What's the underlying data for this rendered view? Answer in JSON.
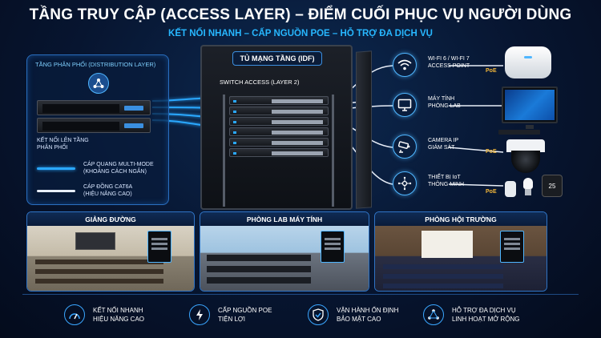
{
  "header": {
    "title": "TẦNG TRUY CẬP (ACCESS LAYER) – ĐIỂM CUỐI PHỤC VỤ NGƯỜI DÙNG",
    "subtitle": "KẾT NỐI NHANH – CẤP NGUỒN POE – HỖ TRỢ ĐA DỊCH VỤ"
  },
  "distribution": {
    "title": "TẦNG PHÂN PHỐI (DISTRIBUTION LAYER)",
    "uplink_label_1": "KẾT NỐI LÊN TẦNG",
    "uplink_label_2": "PHÂN PHỐI",
    "legend": [
      {
        "line1": "CÁP QUANG MULTI-MODE",
        "line2": "(KHOẢNG CÁCH NGẮN)",
        "color": "#2aa8ff"
      },
      {
        "line1": "CÁP ĐỒNG CAT6A",
        "line2": "(HIỆU NĂNG CAO)",
        "color": "#e8eef8"
      }
    ]
  },
  "rack": {
    "label": "TỦ MẠNG TẦNG (IDF)",
    "switch_label": "SWITCH ACCESS (LAYER 2)"
  },
  "devices": [
    {
      "icon": "wifi-icon",
      "line1": "WI-FI 6 / WI-FI 7",
      "line2": "ACCESS POINT",
      "poe": "PoE"
    },
    {
      "icon": "monitor-icon",
      "line1": "MÁY TÍNH",
      "line2": "PHÒNG LAB",
      "poe": ""
    },
    {
      "icon": "camera-icon",
      "line1": "CAMERA IP",
      "line2": "GIÁM SÁT",
      "poe": "PoE"
    },
    {
      "icon": "iot-icon",
      "line1": "THIẾT BỊ IoT",
      "line2": "THÔNG MINH",
      "poe": "PoE"
    }
  ],
  "thermostat_reading": "25",
  "rooms": [
    {
      "title": "GIẢNG ĐƯỜNG"
    },
    {
      "title": "PHÒNG LAB MÁY TÍNH"
    },
    {
      "title": "PHÒNG HỘI TRƯỜNG"
    }
  ],
  "features": [
    {
      "icon": "speedometer-icon",
      "line1": "KẾT NỐI NHANH",
      "line2": "HIỆU NĂNG CAO"
    },
    {
      "icon": "lightning-icon",
      "line1": "CẤP NGUỒN POE",
      "line2": "TIỆN LỢI"
    },
    {
      "icon": "shield-check-icon",
      "line1": "VẬN HÀNH ỔN ĐỊNH",
      "line2": "BẢO MẬT CAO"
    },
    {
      "icon": "network-icon",
      "line1": "HỖ TRỢ ĐA DỊCH VỤ",
      "line2": "LINH HOẠT MỞ RỘNG"
    }
  ],
  "colors": {
    "accent": "#27b7ff",
    "poe": "#f5b93a",
    "fiber": "#2aa8ff",
    "copper": "#e8eef8"
  }
}
